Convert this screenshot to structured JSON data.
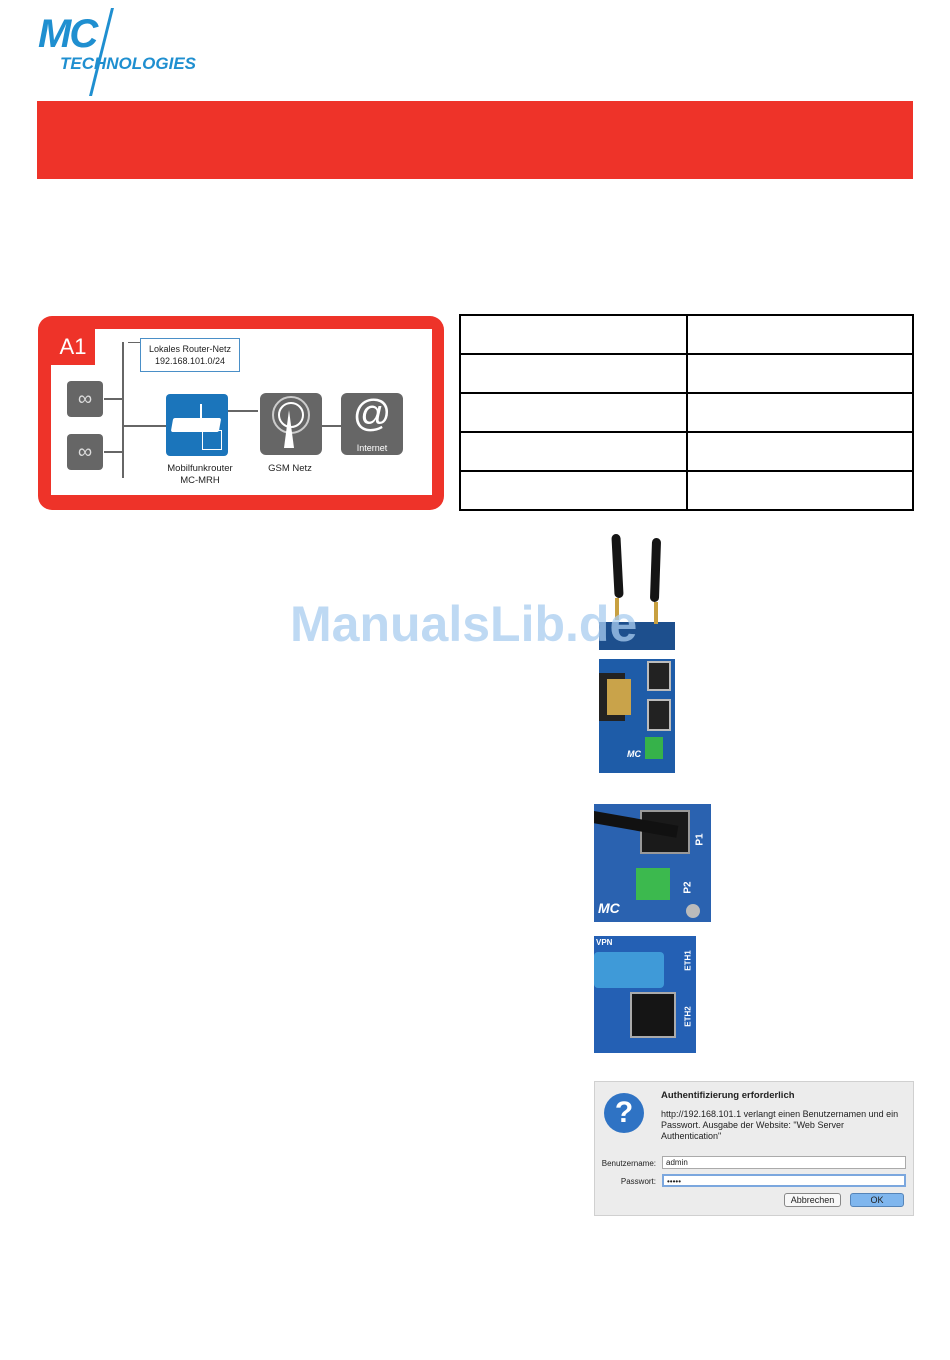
{
  "brand": {
    "logo_mc": "MC",
    "logo_tech": "TECHNOLOGIES",
    "red": "#ee3329",
    "blue": "#1f8fd0"
  },
  "scenario": {
    "tag": "A1",
    "network_label_line1": "Lokales Router-Netz",
    "network_label_line2": "192.168.101.0/24",
    "router_caption_line1": "Mobilfunkrouter",
    "router_caption_line2": "MC-MRH",
    "gsm_caption": "GSM Netz",
    "internet_symbol": "@",
    "internet_caption": "Internet"
  },
  "spec_table": {
    "rows": [
      [
        "",
        ""
      ],
      [
        "",
        ""
      ],
      [
        "",
        ""
      ],
      [
        "",
        ""
      ],
      [
        "",
        ""
      ]
    ]
  },
  "watermark": "ManualsLib.de",
  "photos": {
    "antennas": "antenna-photo",
    "sim": "sim-port-photo",
    "power": "p1-p2-port-photo",
    "ethernet": "eth-port-photo"
  },
  "photo_text": {
    "port_p1": "P1",
    "port_p2": "P2",
    "eth1": "ETH1",
    "eth2": "ETH2",
    "vpn": "VPN"
  },
  "auth_dialog": {
    "title": "Authentifizierung erforderlich",
    "message": "http://192.168.101.1 verlangt einen Benutzernamen und ein Passwort. Ausgabe der Website: \"Web Server Authentication\"",
    "username_label": "Benutzername:",
    "username_value": "admin",
    "password_label": "Passwort:",
    "password_value": "•••••",
    "cancel_label": "Abbrechen",
    "ok_label": "OK",
    "icon": "question-icon"
  }
}
